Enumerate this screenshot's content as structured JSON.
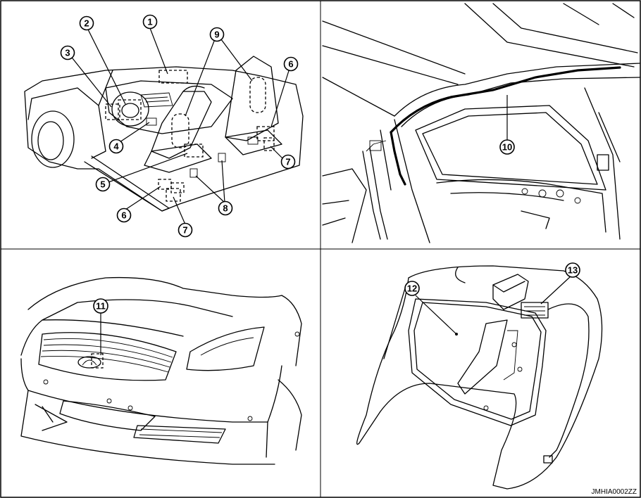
{
  "figure_code": "JMHIA0002ZZ",
  "callouts": {
    "c1": "1",
    "c2": "2",
    "c3": "3",
    "c4": "4",
    "c5": "5",
    "c6a": "6",
    "c6b": "6",
    "c7a": "7",
    "c7b": "7",
    "c8": "8",
    "c9": "9",
    "c10": "10",
    "c11": "11",
    "c12": "12",
    "c13": "13"
  },
  "callout_style": "circled-number"
}
